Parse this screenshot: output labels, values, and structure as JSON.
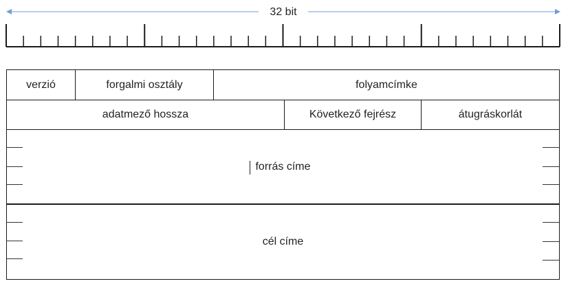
{
  "ruler": {
    "label": "32 bit",
    "bits": 32,
    "arrow_color": "#6f9fd6"
  },
  "header": {
    "row1": {
      "version": "verzió",
      "traffic_class": "forgalmi osztály",
      "flow_label": "folyamcímke"
    },
    "row2": {
      "payload_length": "adatmező hossza",
      "next_header": "Következő fejrész",
      "hop_limit": "átugráskorlát"
    },
    "source_address": "forrás címe",
    "destination_address": "cél címe"
  }
}
